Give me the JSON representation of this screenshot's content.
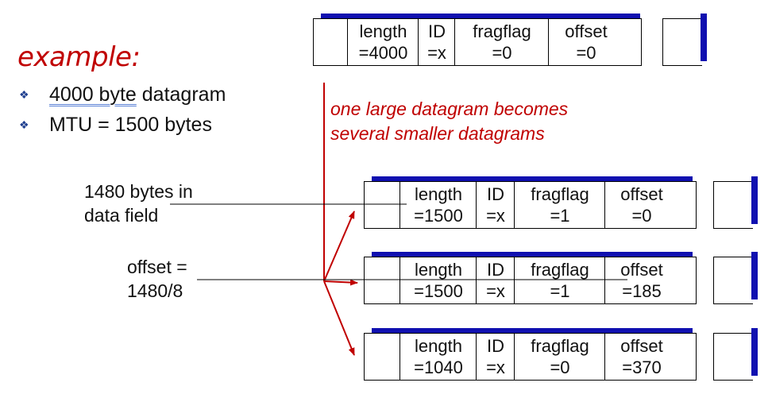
{
  "title": "example:",
  "bullets": [
    {
      "underlined": "4000 byte",
      "rest": " datagram"
    },
    {
      "underlined": "",
      "rest": "MTU = 1500 bytes"
    }
  ],
  "note": [
    "one large datagram becomes",
    "several smaller datagrams"
  ],
  "annotations": {
    "data_field": [
      "1480 bytes in",
      "data field"
    ],
    "offset": [
      "offset =",
      "1480/8"
    ]
  },
  "original": {
    "length": [
      "length",
      "=4000"
    ],
    "id": [
      "ID",
      "=x"
    ],
    "fragflag": [
      "fragflag",
      "=0"
    ],
    "offset": [
      "offset",
      "=0"
    ]
  },
  "fragments": [
    {
      "length": [
        "length",
        "=1500"
      ],
      "id": [
        "ID",
        "=x"
      ],
      "fragflag": [
        "fragflag",
        "=1"
      ],
      "offset": [
        "offset",
        "=0"
      ]
    },
    {
      "length": [
        "length",
        "=1500"
      ],
      "id": [
        "ID",
        "=x"
      ],
      "fragflag": [
        "fragflag",
        "=1"
      ],
      "offset": [
        "offset",
        "=185"
      ]
    },
    {
      "length": [
        "length",
        "=1040"
      ],
      "id": [
        "ID",
        "=x"
      ],
      "fragflag": [
        "fragflag",
        "=0"
      ],
      "offset": [
        "offset",
        "=370"
      ]
    }
  ],
  "colors": {
    "accent": "#c00000",
    "bar": "#1010b0"
  }
}
